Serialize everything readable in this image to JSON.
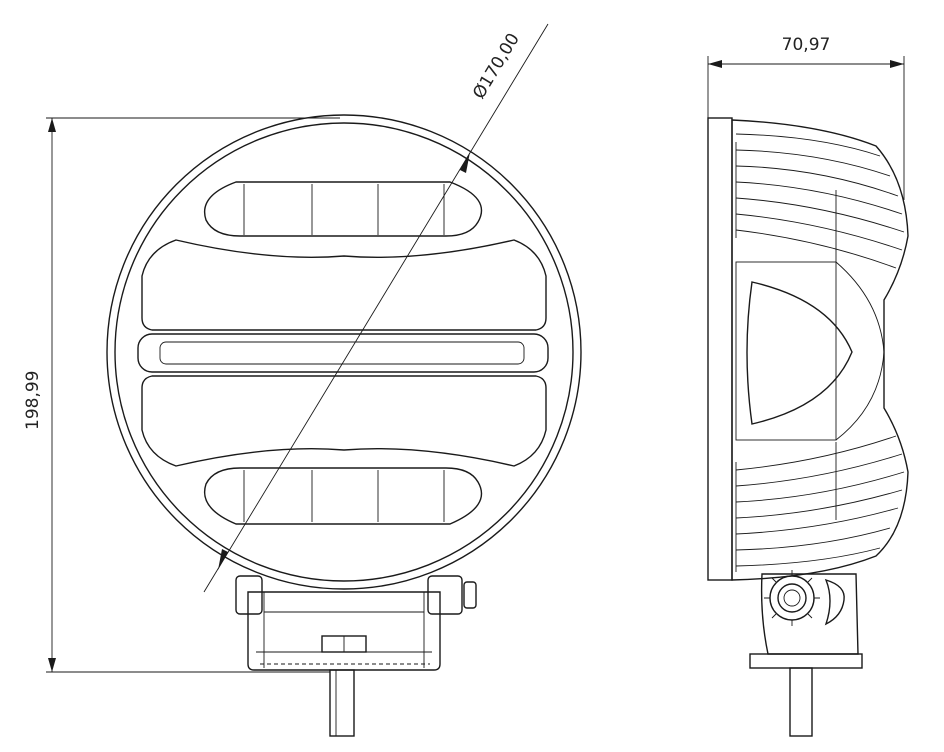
{
  "dimensions": {
    "width": "70,97",
    "height": "198,99",
    "diameter": "Ø170,00"
  },
  "views": [
    "front-view",
    "side-view"
  ],
  "colors": {
    "line": "#1a1a1a",
    "background": "#ffffff"
  }
}
